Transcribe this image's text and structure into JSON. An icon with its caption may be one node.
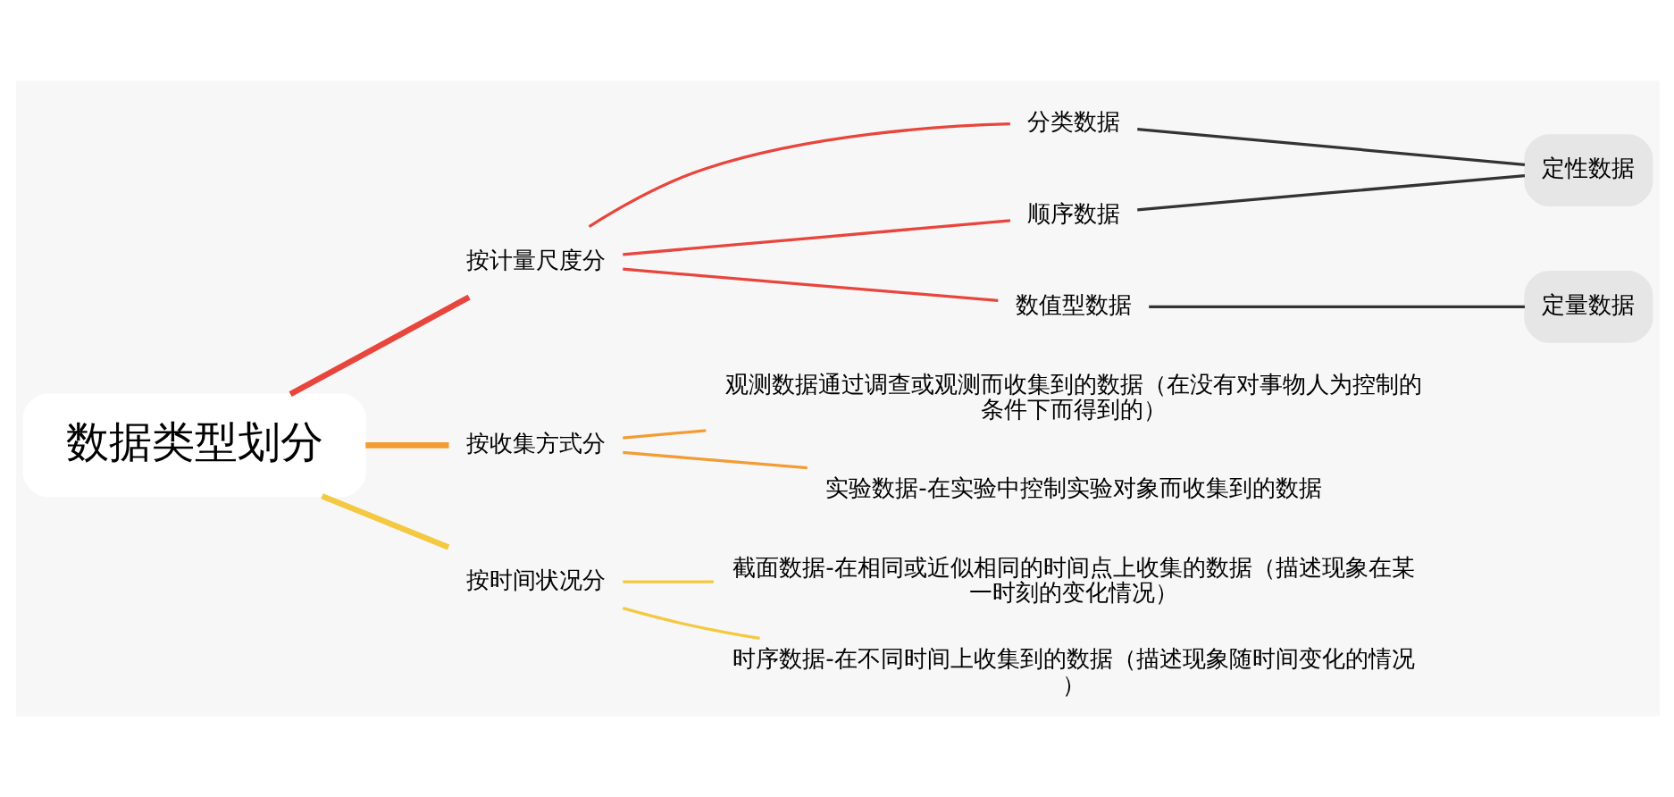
{
  "diagram": {
    "nodes": [
      {
        "text": [
          "数据类型划分"
        ]
      },
      {
        "text": [
          "按计量尺度分"
        ]
      },
      {
        "text": [
          "分类数据"
        ]
      },
      {
        "text": [
          "顺序数据"
        ]
      },
      {
        "text": [
          "数值型数据"
        ]
      },
      {
        "text": [
          "定性数据"
        ]
      },
      {
        "text": [
          "定量数据"
        ]
      },
      {
        "text": [
          "按收集方式分"
        ]
      },
      {
        "text": [
          "观测数据通过调查或观测而收集到的数据（在没有对事物人为控制的条件下而得到的）"
        ]
      },
      {
        "text": [
          "实验数据-在实验中控制实验对象而收集到的数据"
        ]
      },
      {
        "text": [
          "按时间状况分"
        ]
      },
      {
        "text": [
          "截面数据-在相同或近似相同的时间点上收集的数据（描述现象在某一时刻的变化情况）"
        ]
      },
      {
        "text": [
          "时序数据-在不同时间上收集到的数据（描述现象随时间变化的情况）"
        ]
      }
    ],
    "edges": [
      {
        "from": 0,
        "to": 1,
        "arrow": "none",
        "style": "thick",
        "color": "#e8453c"
      },
      {
        "from": 1,
        "to": 2,
        "arrow": "none",
        "color": "#e8453c"
      },
      {
        "from": 1,
        "to": 3,
        "arrow": "none",
        "color": "#e8453c"
      },
      {
        "from": 1,
        "to": 4,
        "arrow": "none",
        "color": "#e8453c"
      },
      {
        "from": 2,
        "to": 5,
        "arrow": "none",
        "color": "#333333"
      },
      {
        "from": 3,
        "to": 5,
        "arrow": "none",
        "color": "#333333"
      },
      {
        "from": 4,
        "to": 6,
        "arrow": "none",
        "color": "#333333"
      },
      {
        "from": 0,
        "to": 7,
        "arrow": "none",
        "style": "thick",
        "color": "#f39c33"
      },
      {
        "from": 7,
        "to": 8,
        "arrow": "none",
        "color": "#f39c33"
      },
      {
        "from": 7,
        "to": 9,
        "arrow": "none",
        "color": "#f39c33"
      },
      {
        "from": 0,
        "to": 10,
        "arrow": "none",
        "style": "thick",
        "color": "#f5c842"
      },
      {
        "from": 10,
        "to": 11,
        "arrow": "none",
        "color": "#f5c842"
      },
      {
        "from": 10,
        "to": 12,
        "arrow": "none",
        "color": "#f5c842"
      }
    ]
  }
}
